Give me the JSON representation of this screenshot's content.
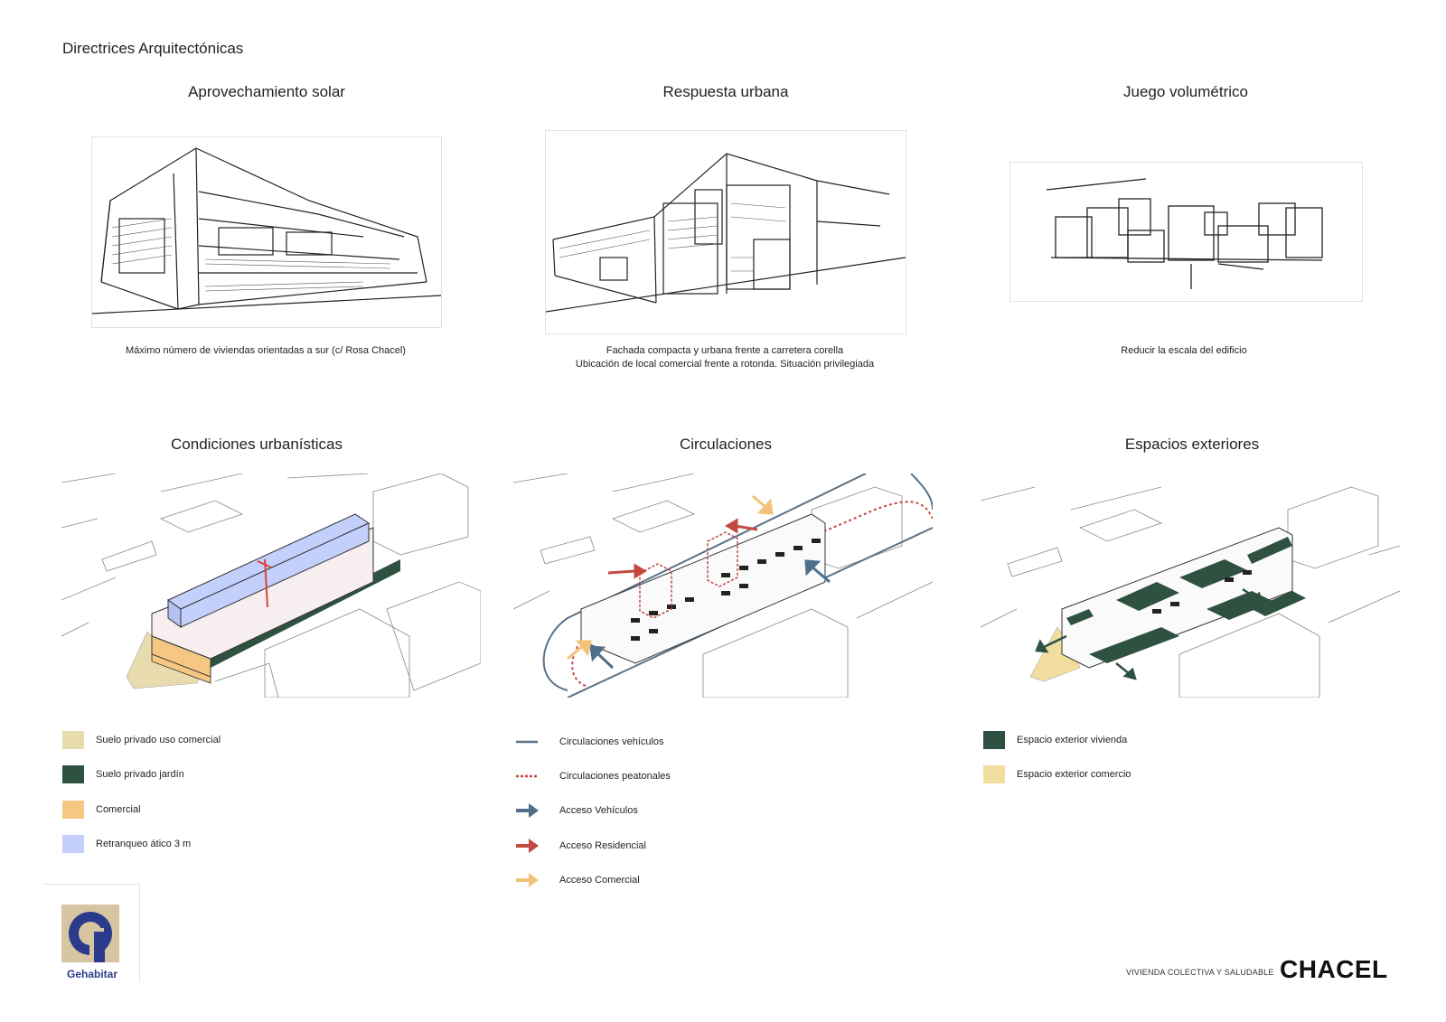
{
  "page": {
    "title": "Directrices Arquitectónicas"
  },
  "top_sections": [
    {
      "title": "Aprovechamiento solar",
      "caption": "Máximo número de viviendas orientadas a sur (c/ Rosa Chacel)"
    },
    {
      "title": "Respuesta urbana",
      "caption_line1": "Fachada compacta y urbana frente a carretera corella",
      "caption_line2": "Ubicación de local comercial frente a rotonda. Situación privilegiada"
    },
    {
      "title": "Juego volumétrico",
      "caption": "Reducir la escala del edificio"
    }
  ],
  "bottom_sections": [
    {
      "title": "Condiciones urbanísticas"
    },
    {
      "title": "Circulaciones"
    },
    {
      "title": "Espacios exteriores"
    }
  ],
  "legend_urbanisticas": [
    {
      "label": "Suelo privado uso comercial",
      "color": "#e8dcae"
    },
    {
      "label": "Suelo privado jardín",
      "color": "#2f5141"
    },
    {
      "label": "Comercial",
      "color": "#f6c783"
    },
    {
      "label": "Retranqueo ático 3 m",
      "color": "#c3d0fb"
    }
  ],
  "legend_circulaciones": [
    {
      "label": "Circulaciones vehículos",
      "icon": "solid-line-icon",
      "color": "#5a7288"
    },
    {
      "label": "Circulaciones peatonales",
      "icon": "dotted-line-icon",
      "color": "#c0473f"
    },
    {
      "label": "Acceso Vehículos",
      "icon": "arrow-icon",
      "color": "#4f6f8a"
    },
    {
      "label": "Acceso Residencial",
      "icon": "arrow-icon",
      "color": "#c44a3f"
    },
    {
      "label": "Acceso Comercial",
      "icon": "arrow-icon",
      "color": "#f2c27a"
    }
  ],
  "legend_exteriores": [
    {
      "label": "Espacio exterior vivienda",
      "color": "#2f5141"
    },
    {
      "label": "Espacio exterior comercio",
      "color": "#f1dda0"
    }
  ],
  "logo": {
    "name": "Gehabitar",
    "icon": "gehabitar-logo-icon",
    "color": "#2c3a8c"
  },
  "footer": {
    "subtitle": "VIVIENDA COLECTIVA Y SALUDABLE",
    "brand": "CHACEL"
  }
}
